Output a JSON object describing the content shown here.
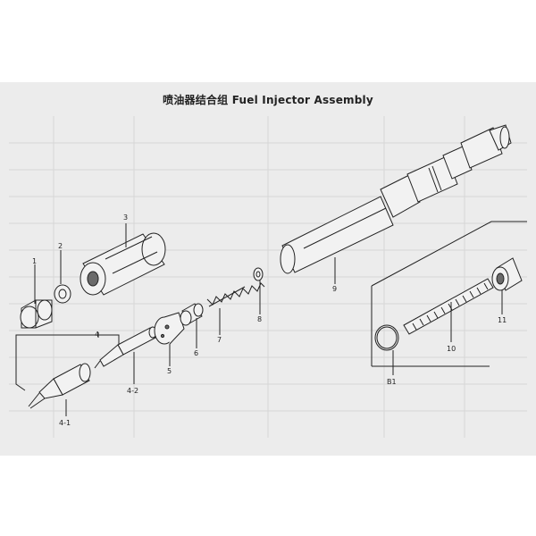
{
  "title": "喷油器结合组 Fuel Injector Assembly",
  "parts": [
    {
      "id": "p1",
      "number": "1"
    },
    {
      "id": "p2",
      "number": "2"
    },
    {
      "id": "p3",
      "number": "3"
    },
    {
      "id": "p4",
      "number": "4"
    },
    {
      "id": "p4_1",
      "number": "4-1"
    },
    {
      "id": "p4_2",
      "number": "4-2"
    },
    {
      "id": "p5",
      "number": "5"
    },
    {
      "id": "p6",
      "number": "6"
    },
    {
      "id": "p7",
      "number": "7"
    },
    {
      "id": "p8",
      "number": "8"
    },
    {
      "id": "p9",
      "number": "9"
    },
    {
      "id": "p10",
      "number": "10"
    },
    {
      "id": "p11",
      "number": "11"
    },
    {
      "id": "pB1",
      "number": "B1"
    }
  ]
}
